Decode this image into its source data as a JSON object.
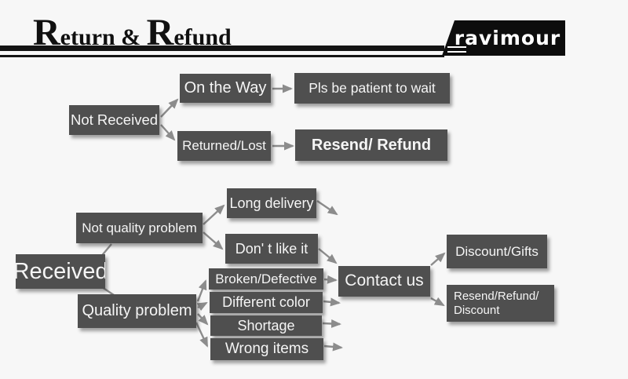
{
  "header": {
    "title": "Return & Refund",
    "title_parts": [
      "R",
      "eturn",
      " & ",
      "R",
      "efund"
    ],
    "brand": "ravimour"
  },
  "palette": {
    "background": "#f7f7f7",
    "node_fill": "#4f4f4f",
    "node_text": "#f5f5f5",
    "arrow": "#8c8c8c",
    "header_ink": "#101010"
  },
  "flowchart": {
    "not_received_flow": {
      "root": "Not Received",
      "branches": [
        {
          "status": "On the Way",
          "action": "Pls be patient to wait"
        },
        {
          "status": "Returned/Lost",
          "action": "Resend/ Refund"
        }
      ]
    },
    "received_flow": {
      "root": "Received",
      "groups": [
        {
          "label": "Not quality problem",
          "reasons": [
            "Long delivery",
            "Don' t like it"
          ]
        },
        {
          "label": "Quality problem",
          "reasons": [
            "Broken/Defective",
            "Different color",
            "Shortage",
            "Wrong items"
          ]
        }
      ],
      "action": "Contact us",
      "outcomes": [
        "Discount/Gifts",
        "Resend/Refund/ Discount"
      ]
    }
  }
}
